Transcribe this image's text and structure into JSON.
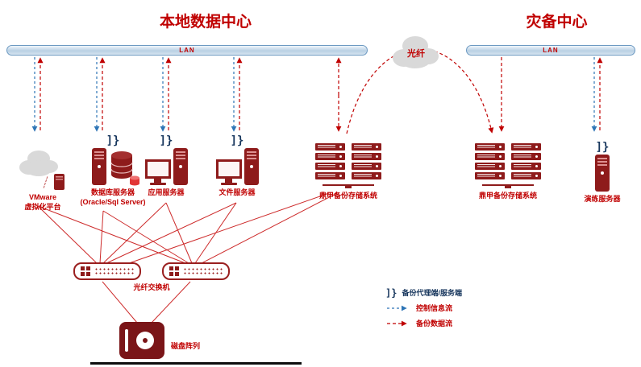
{
  "titles": {
    "local": "本地数据中心",
    "dr": "灾备中心"
  },
  "lan": {
    "left_label": "LAN",
    "right_label": "LAN"
  },
  "wan": {
    "label": "光纤"
  },
  "nodes": {
    "vmware": {
      "line1": "VMware",
      "line2": "虚拟化平台"
    },
    "db": {
      "line1": "数据库服务器",
      "line2": "(Oracle/Sql Server)"
    },
    "app": {
      "label": "应用服务器"
    },
    "file": {
      "label": "文件服务器"
    },
    "backup_local": {
      "label": "鼎甲备份存储系统"
    },
    "backup_dr": {
      "label": "鼎甲备份存储系统"
    },
    "drill": {
      "label": "演练服务器"
    },
    "switch": {
      "label": "光纤交换机"
    },
    "disk": {
      "label": "磁盘阵列"
    }
  },
  "legend": {
    "agent_glyph": "]}",
    "agent_label": "备份代理端/服务端",
    "control_label": "控制信息流",
    "data_label": "备份数据流"
  },
  "colors": {
    "accent_red": "#C00000",
    "dark_red": "#8e1b1b",
    "control_blue": "#2E75B6",
    "agent_navy": "#17365d",
    "lan_fill": "#b9d0e4",
    "lan_border": "#6d9ac2"
  }
}
